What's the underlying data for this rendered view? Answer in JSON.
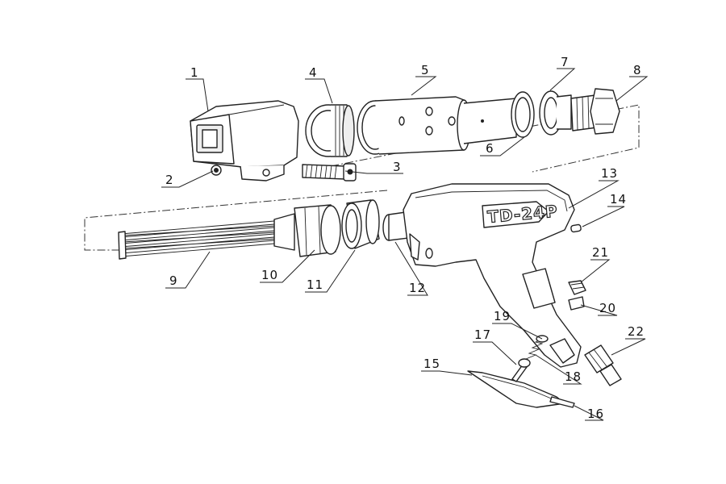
{
  "brand_label": "TD-24P",
  "callouts": [
    "1",
    "2",
    "3",
    "4",
    "5",
    "6",
    "7",
    "8",
    "9",
    "10",
    "11",
    "12",
    "13",
    "14",
    "15",
    "16",
    "17",
    "18",
    "19",
    "20",
    "21",
    "22"
  ],
  "colors": {
    "line": "#222222",
    "background": "#ffffff",
    "shade": "#eeeeee"
  }
}
